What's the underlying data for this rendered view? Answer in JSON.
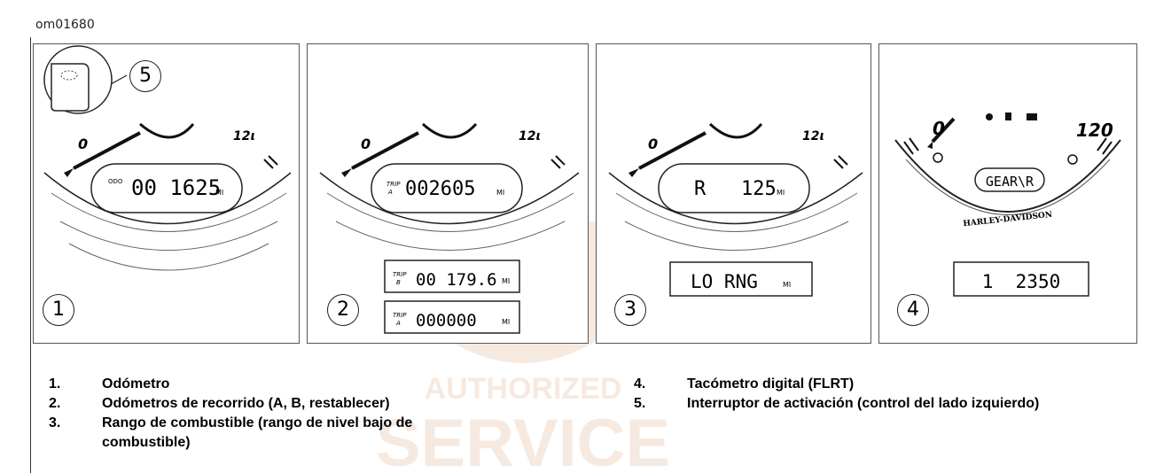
{
  "figure_id": "om01680",
  "panels": [
    {
      "callout": "1",
      "gauge": {
        "left": "0",
        "right": "12ι"
      },
      "lcd": {
        "prefix": "ODO",
        "value": "00 1625",
        "unit": "MI"
      },
      "inset_callout": "5"
    },
    {
      "callout": "2",
      "gauge": {
        "left": "0",
        "right": "12ι"
      },
      "lcd": {
        "prefix_top": "TRIP",
        "prefix_bottom": "A",
        "value": "002605",
        "unit": "MI"
      },
      "boxes": [
        {
          "prefix_top": "TRIP",
          "prefix_bottom": "B",
          "value": "00 179.6",
          "unit": "MI"
        },
        {
          "prefix_top": "TRIP",
          "prefix_bottom": "A",
          "value": "000000",
          "unit": "MI"
        }
      ]
    },
    {
      "callout": "3",
      "gauge": {
        "left": "0",
        "right": "12ι"
      },
      "lcd": {
        "value": "R   125",
        "unit": "MI"
      },
      "box": {
        "value": "LO RNG",
        "unit": "MI"
      }
    },
    {
      "callout": "4",
      "gauge": {
        "left": "0",
        "right": "120",
        "brand": "HARLEY-DAVIDSON"
      },
      "lcd": {
        "value": "GEAR\\R"
      },
      "box": {
        "value": "1  2350"
      }
    }
  ],
  "legend": [
    {
      "num": "1.",
      "text": "Odómetro"
    },
    {
      "num": "2.",
      "text": "Odómetros de recorrido (A, B, restablecer)"
    },
    {
      "num": "3.",
      "text": "Rango de combustible (rango de nivel bajo de",
      "text2": "combustible)"
    },
    {
      "num": "4.",
      "text": "Tacómetro digital (FLRT)"
    },
    {
      "num": "5.",
      "text": "Interruptor de activación (control del lado izquierdo)"
    }
  ],
  "watermark": {
    "line1": "AUTHORIZED",
    "line2": "SERVICE"
  }
}
